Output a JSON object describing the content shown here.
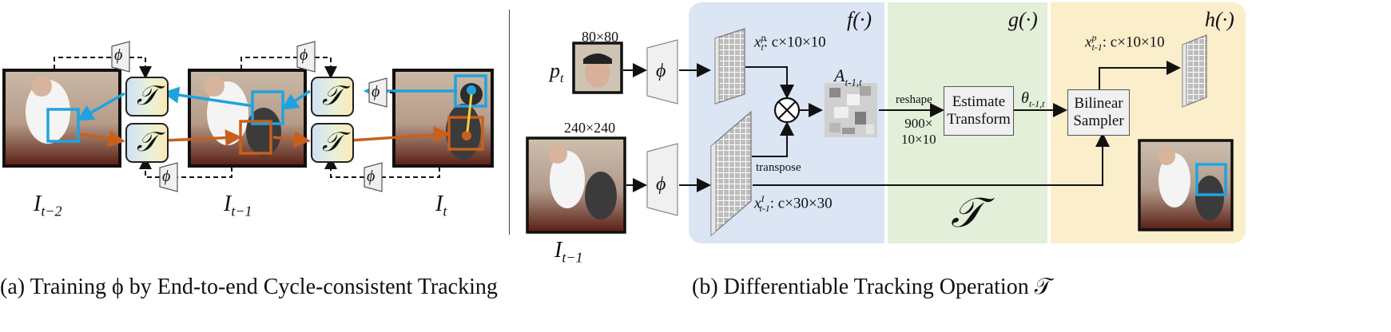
{
  "panel_a": {
    "caption": "(a) Training ϕ by End-to-end Cycle-consistent Tracking",
    "phi": "ϕ",
    "tracker": "𝒯",
    "frame_labels": [
      "I",
      "I",
      "I"
    ],
    "frame_subscripts": [
      "t−2",
      "t−1",
      "t"
    ]
  },
  "panel_b": {
    "caption": "(b) Differentiable Tracking Operation 𝒯",
    "stage_labels": [
      "f(·)",
      "g(·)",
      "h(·)"
    ],
    "patch_label": "p",
    "patch_subscript": "t",
    "patch_size": "80×80",
    "frame_size": "240×240",
    "frame_label": "I",
    "frame_subscript": "t−1",
    "phi": "ϕ",
    "feat_patch": "x",
    "feat_patch_sup": "p",
    "feat_patch_sub": "t",
    "feat_patch_dims": ": c×10×10",
    "feat_frame": "x",
    "feat_frame_sup": "I",
    "feat_frame_sub": "t-1",
    "feat_frame_dims": ": c×30×30",
    "affinity": "A",
    "affinity_sub": "t-1,t",
    "transpose": "transpose",
    "reshape": "reshape",
    "reshape_dims_1": "900×",
    "reshape_dims_2": "10×10",
    "estimate_1": "Estimate",
    "estimate_2": "Transform",
    "theta": "θ",
    "theta_sub": "t-1,t",
    "sampler_1": "Bilinear",
    "sampler_2": "Sampler",
    "out_feat": "x",
    "out_feat_sup": "p",
    "out_feat_sub": "t-1",
    "out_feat_dims": ": c×10×10",
    "tracker_big": "𝒯",
    "multiply": "⊗"
  },
  "colors": {
    "f_bg": "#dbe5f4",
    "g_bg": "#e3efd9",
    "h_bg": "#fbeecb",
    "cyan": "#1fa3e0",
    "orange": "#c8601c",
    "yellow": "#f1d43b"
  }
}
